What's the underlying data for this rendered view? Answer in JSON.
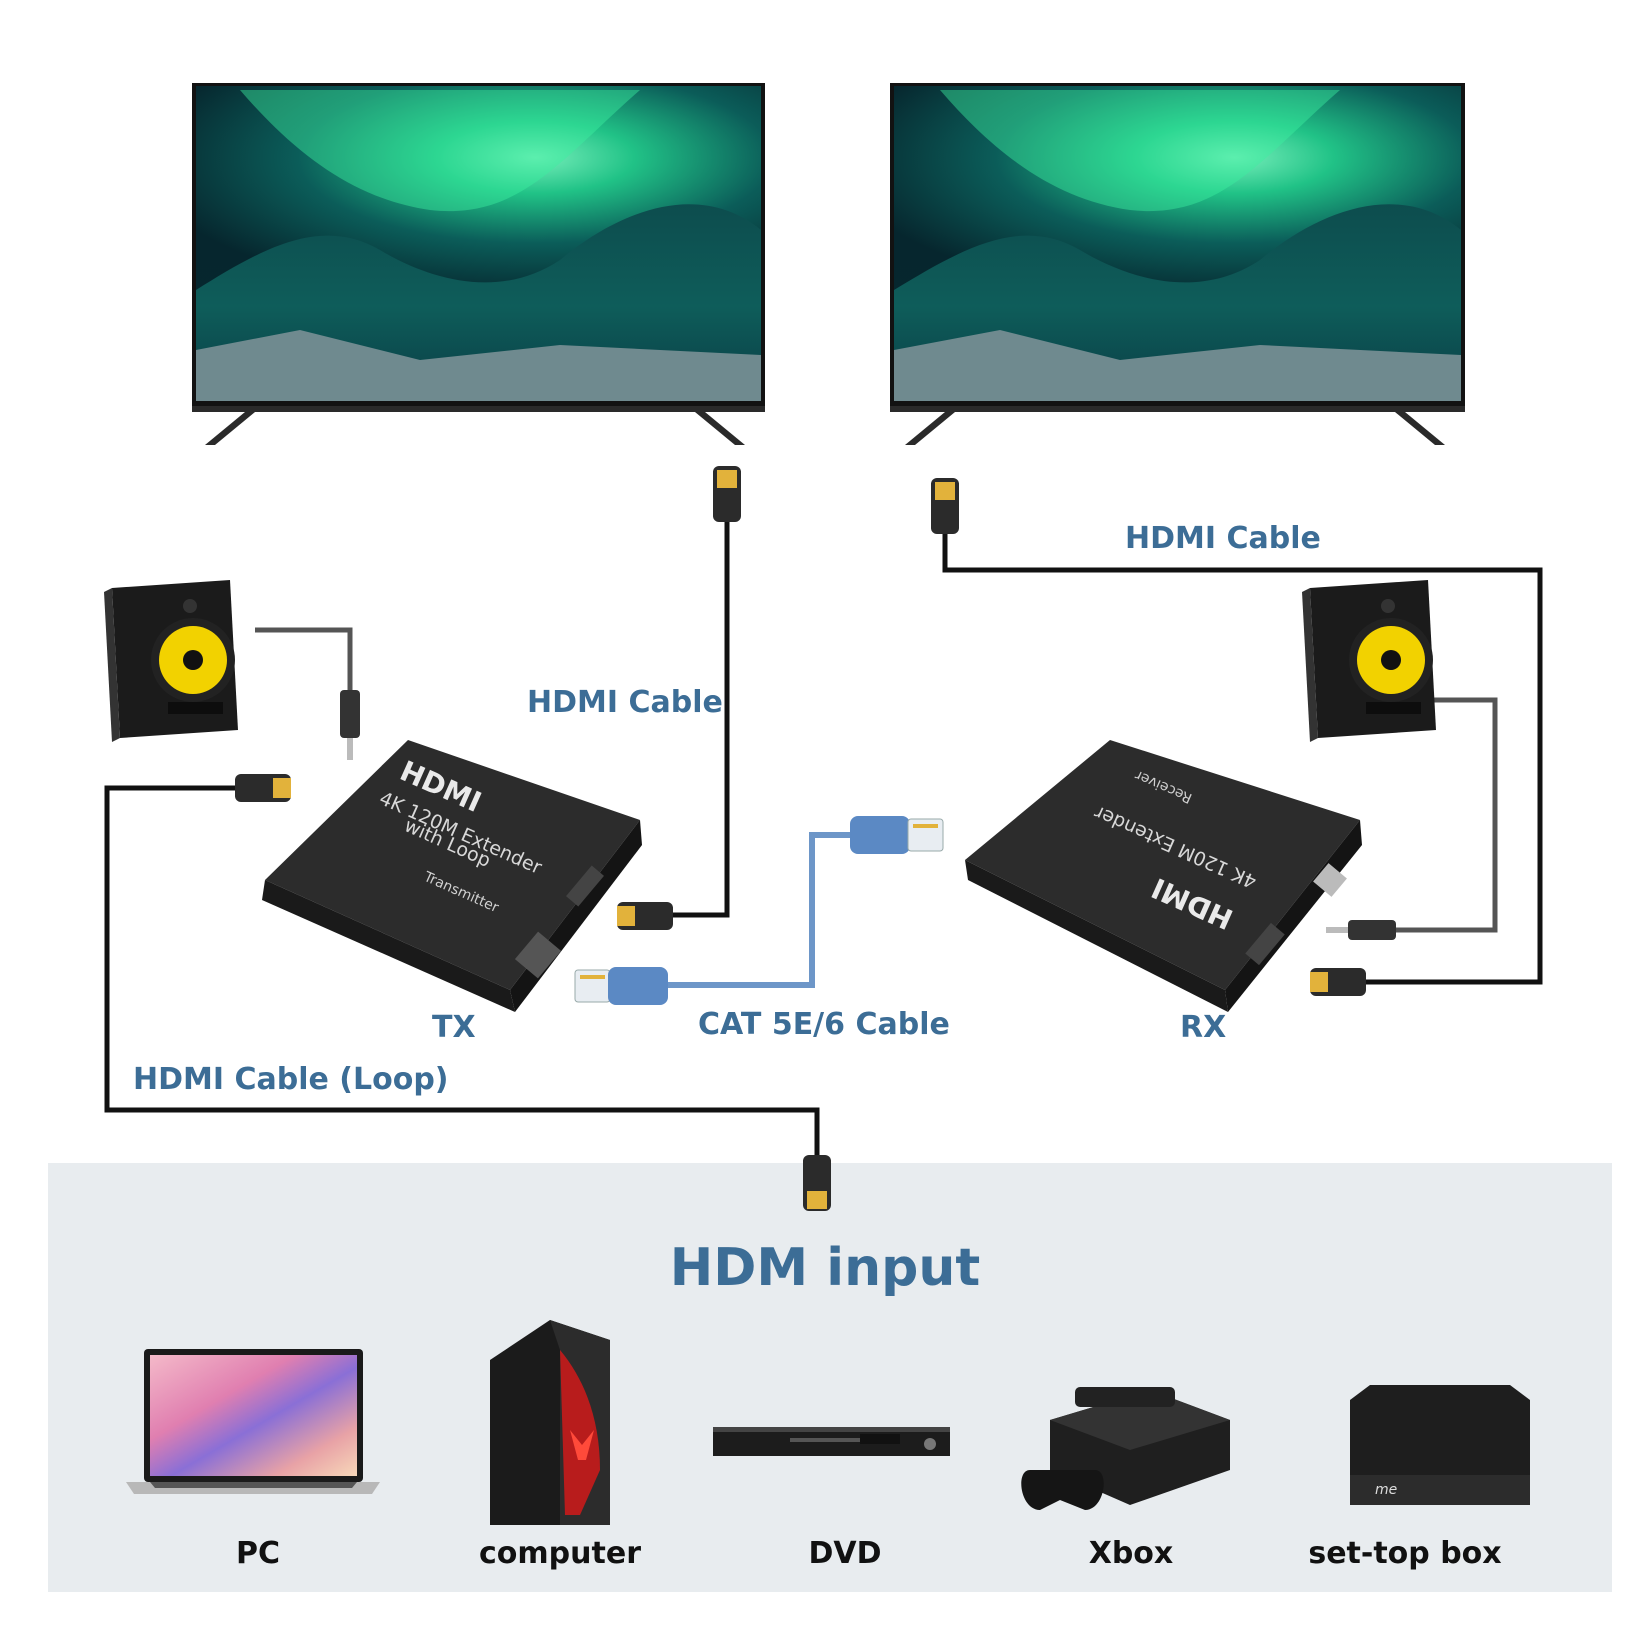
{
  "labels": {
    "hdmi_cable_top_right": "HDMI Cable",
    "hdmi_cable_mid": "HDMI Cable",
    "tx": "TX",
    "cat_cable": "CAT 5E/6 Cable",
    "rx": "RX",
    "hdmi_cable_loop": "HDMI Cable (Loop)"
  },
  "transmitter": {
    "brand": "HDMI",
    "model": "4K 120M Extender",
    "subtitle": "with Loop",
    "role": "Transmitter"
  },
  "receiver": {
    "brand": "HDMI",
    "model": "4K 120M Extender",
    "role": "Receiver"
  },
  "input_panel": {
    "title": "HDM input",
    "devices": [
      "PC",
      "computer",
      "DVD",
      "Xbox",
      "set-top box"
    ]
  },
  "colors": {
    "label_blue": "#3c6d96",
    "cat_cable": "#6d96c8",
    "panel_bg": "#e8ecef",
    "speaker_cone": "#f2d200"
  }
}
